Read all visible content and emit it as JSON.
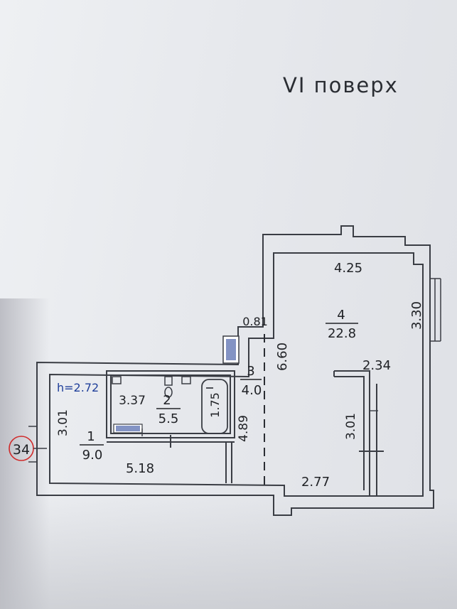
{
  "floor_label": "VI поверх",
  "apartment_number": "34",
  "ceiling_height": "h=2.72",
  "rooms": [
    {
      "number": "1",
      "area": "9.0"
    },
    {
      "number": "2",
      "area": "5.5"
    },
    {
      "number": "3",
      "area": "4.0"
    },
    {
      "number": "4",
      "area": "22.8"
    }
  ],
  "dimensions": {
    "d_4_25": "4.25",
    "d_3_30": "3.30",
    "d_0_81": "0.81",
    "d_6_60": "6.60",
    "d_2_34": "2.34",
    "d_3_37": "3.37",
    "d_1_75": "1.75",
    "d_3_01_left": "3.01",
    "d_4_89": "4.89",
    "d_3_01_right": "3.01",
    "d_5_18": "5.18",
    "d_2_77": "2.77"
  },
  "colors": {
    "wall": "#3a3d44",
    "ink": "#202226",
    "accent_height": "#1f3f9a",
    "circle": "#d02a2a"
  }
}
